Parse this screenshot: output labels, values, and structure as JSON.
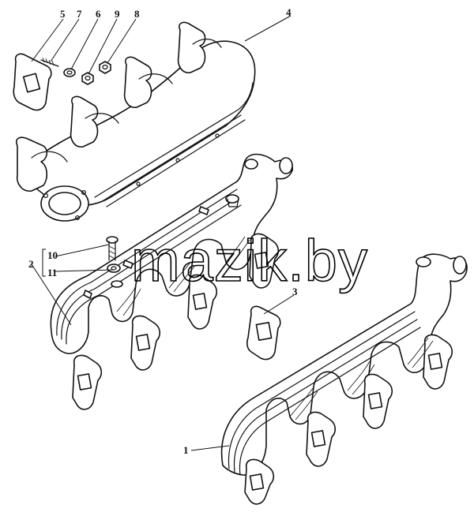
{
  "callouts": [
    {
      "id": "c5",
      "text": "5"
    },
    {
      "id": "c7",
      "text": "7"
    },
    {
      "id": "c6",
      "text": "6"
    },
    {
      "id": "c9",
      "text": "9"
    },
    {
      "id": "c8",
      "text": "8"
    },
    {
      "id": "c4",
      "text": "4"
    },
    {
      "id": "c10",
      "text": "10"
    },
    {
      "id": "c2",
      "text": "2"
    },
    {
      "id": "c11",
      "text": "11"
    },
    {
      "id": "c3",
      "text": "3"
    },
    {
      "id": "c1",
      "text": "1"
    }
  ],
  "watermark": "mazik.by"
}
